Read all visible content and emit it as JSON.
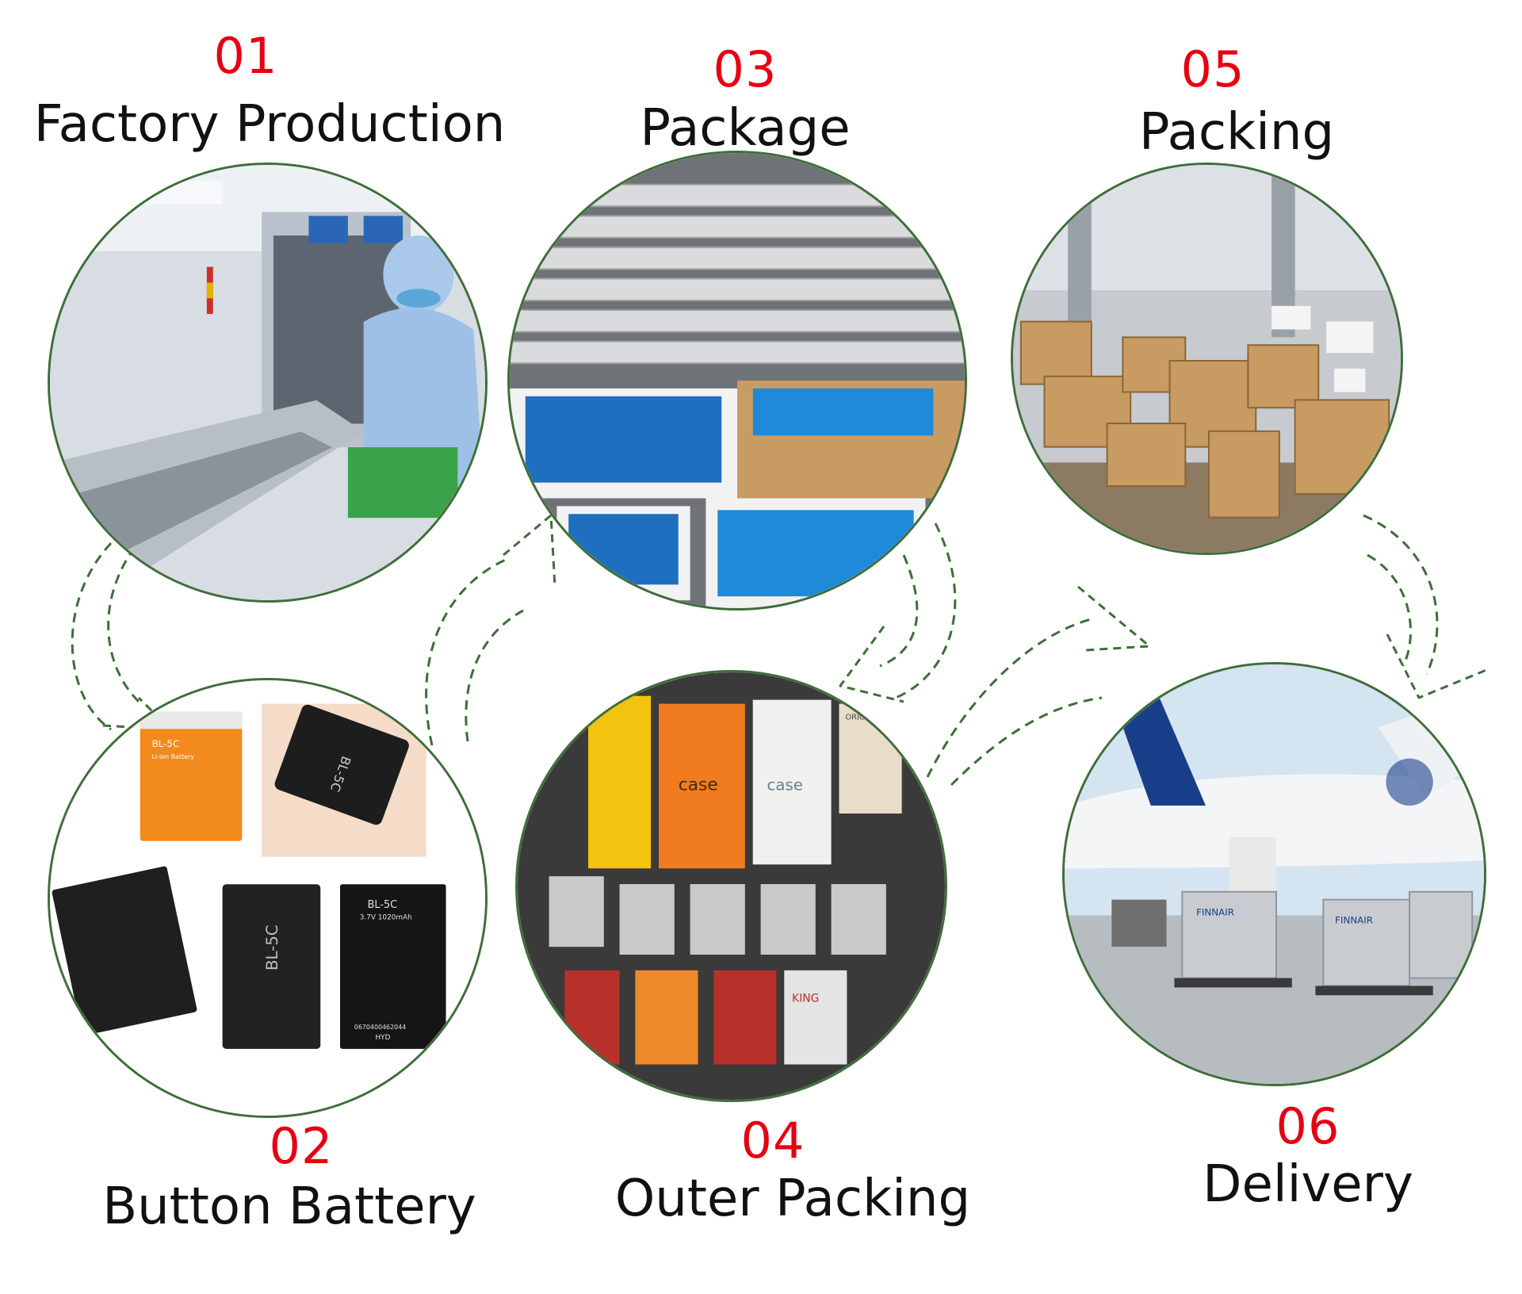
{
  "steps": [
    {
      "number": "01",
      "label": "Factory Production"
    },
    {
      "number": "02",
      "label": "Button Battery"
    },
    {
      "number": "03",
      "label": "Package"
    },
    {
      "number": "04",
      "label": "Outer Packing"
    },
    {
      "number": "05",
      "label": "Packing"
    },
    {
      "number": "06",
      "label": "Delivery"
    }
  ],
  "battery_labels": {
    "top_orange": "BL-5C",
    "top_orange_sub": "Li-ion Battery",
    "hand_battery": "BL-5C",
    "middle_battery": "BL-5C",
    "right_battery": "BL-5C",
    "right_battery_spec": "3.7V 1020mAh",
    "right_battery_barcode": "0670400462044",
    "right_battery_code": "HYD"
  },
  "package_labels": {
    "case_bag": "case",
    "clear_bag": "case",
    "king_bag": "KING",
    "original_box": "ORIGINAL"
  },
  "delivery_labels": {
    "cargo_brand_1": "FINNAIR",
    "cargo_brand_2": "FINNAIR"
  },
  "colors": {
    "number_red": "#e60012",
    "label_black": "#111111",
    "ring_green": "#3f6e3a",
    "arrow_green": "#3f6e3a"
  }
}
